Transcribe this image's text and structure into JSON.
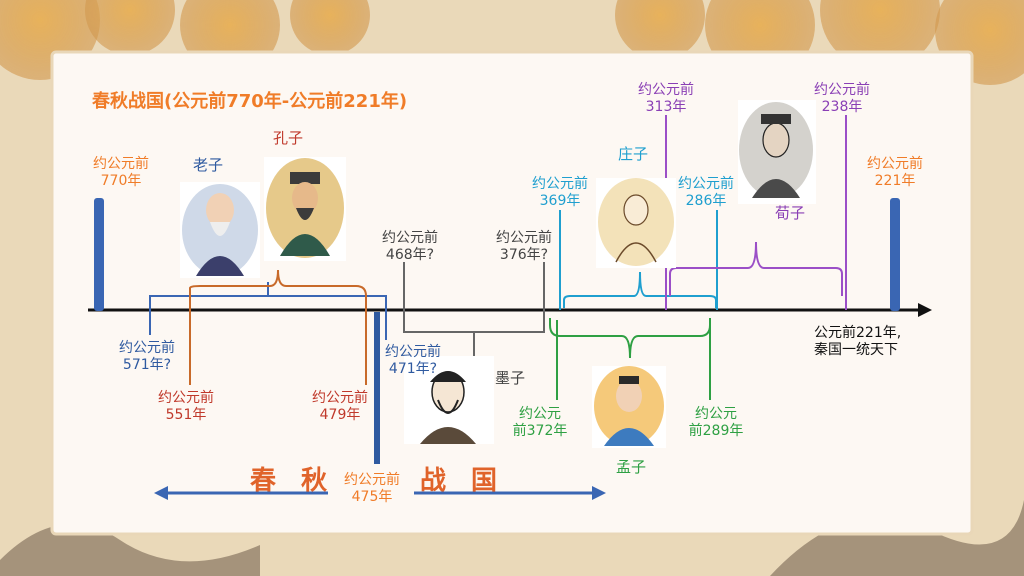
{
  "title": "春秋战国(公元前770年-公元前221年)",
  "eras": {
    "chunqiu": "春 秋",
    "zhanguo": "战 国"
  },
  "colors": {
    "orange": "#f07c28",
    "blue": "#2f5aa0",
    "red": "#c0392b",
    "gray": "#555555",
    "cyan": "#1f9fcf",
    "green": "#2ea043",
    "purple": "#8a3fb5",
    "axis": "#111111"
  },
  "markers": {
    "start": "约公元前\n770年",
    "end": "约公元前\n221年",
    "split": "约公元前\n475年",
    "unification": "公元前221年,\n秦国一统天下"
  },
  "philosophers": {
    "laozi": {
      "name": "老子",
      "start": "约公元前\n571年?",
      "end": "约公元前\n471年?"
    },
    "kongzi": {
      "name": "孔子",
      "start": "约公元前\n551年",
      "end": "约公元前\n479年"
    },
    "mozi": {
      "name": "墨子",
      "start": "约公元前\n468年?",
      "end": "约公元前\n376年?"
    },
    "zhuangzi": {
      "name": "庄子",
      "start": "约公元前\n369年",
      "end": "约公元前\n286年"
    },
    "mengzi": {
      "name": "孟子",
      "start": "约公元\n前372年",
      "end": "约公元\n前289年"
    },
    "xunzi": {
      "name": "荀子",
      "start": "约公元前\n313年",
      "end": "约公元前\n238年"
    }
  }
}
